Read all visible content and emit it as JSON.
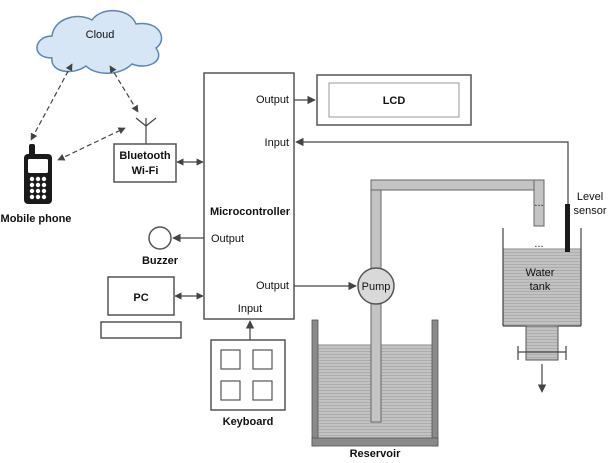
{
  "labels": {
    "cloud": "Cloud",
    "mobile_phone": "Mobile phone",
    "bluetooth_line1": "Bluetooth",
    "bluetooth_line2": "Wi-Fi",
    "microcontroller": "Microcontroller",
    "output_lcd": "Output",
    "input_sensor": "Input",
    "output_buzzer": "Output",
    "output_pump": "Output",
    "input_keyboard": "Input",
    "lcd": "LCD",
    "buzzer": "Buzzer",
    "pc": "PC",
    "keyboard": "Keyboard",
    "pump": "Pump",
    "reservoir": "Reservoir",
    "water_tank_line1": "Water",
    "water_tank_line2": "tank",
    "level_sensor_line1": "Level",
    "level_sensor_line2": "sensor"
  },
  "colors": {
    "water": "#bdbdbd",
    "pipe": "#c4c4c4",
    "wall": "#8a8a8a",
    "cloud_fill": "#d6e6f5",
    "cloud_stroke": "#5a86b8",
    "pump_fill": "#d9d9d9"
  }
}
